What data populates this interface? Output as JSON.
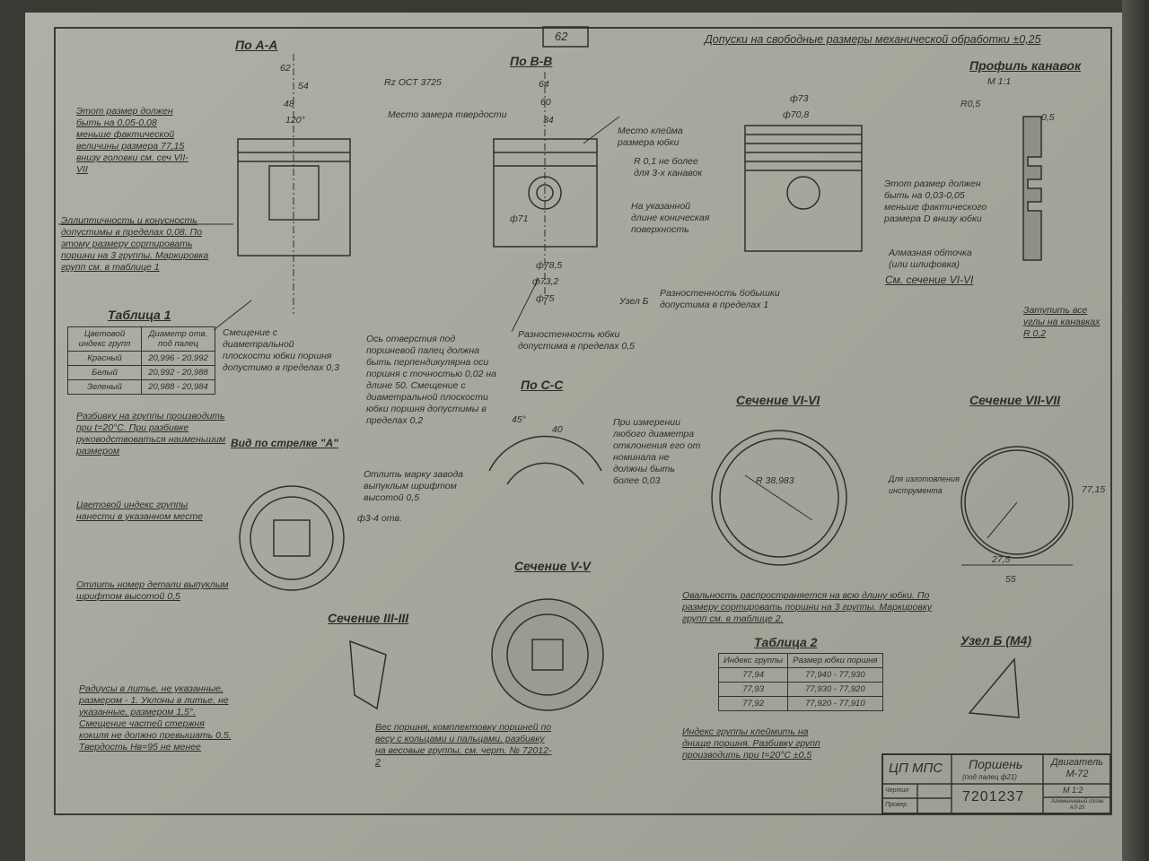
{
  "header": {
    "sheet_number": "62",
    "tolerance_note": "Допуски на свободные размеры механической обработки ±0,25"
  },
  "views": {
    "section_aa": "По А-А",
    "section_bb": "По В-В",
    "groove_profile": "Профиль канавок",
    "groove_scale": "М 1:1",
    "section_cc": "По С-С",
    "section_6": "Сечение VI-VI",
    "section_7": "Сечение VII-VII",
    "view_arrow_a": "Вид по стрелке \"А\"",
    "section_5": "Сечение V-V",
    "section_3": "Сечение III-III",
    "node_b": "Узел Б (М4)"
  },
  "notes": {
    "size_note": "Этот размер должен быть на 0,05-0,08 меньше фактической величины размера 77,15 внизу головки см. сеч VII-VII",
    "hardness_place": "Место замера твердости",
    "roughness": "Rz ОСТ 3725",
    "ellipticity": "Эллиптичность и конусность допустимы в пределах 0,08. По этому размеру сортировать поршни на 3 группы. Маркировка групп см. в таблице 1",
    "stamp_place": "Место клейма размера юбки",
    "groove_limit": "R 0,1 не более для 3-х канавок",
    "conical": "На указанной длине коническая поверхность",
    "skirt_size": "Этот размер должен быть на 0,03-0,05 меньше фактического размера D внизу юбки",
    "diamond": "Алмазная обточка (или шлифовка)",
    "see_section": "См. сечение VI-VI",
    "boss_wall": "Разностенность бобышки допустима в пределах 1",
    "node_label": "Узел Б",
    "skirt_wall": "Разностенность юбки допустима в пределах 0,5",
    "offset": "Смещение с диаметральной плоскости юбки поршня допустимо в пределах 0,3",
    "pin_axis": "Ось отверстия под поршневой палец должна быть перпендикулярна оси поршня с точностью 0,02 на длине 50. Смещение с диаметральной плоскости юбки поршня допустимы в пределах 0,2",
    "sorting": "Разбивку на группы производить при t=20°C. При разбивке руководствоваться наименьшим размером",
    "color_index": "Цветовой индекс группы нанести в указанном месте",
    "cut_flash": "Отлить марку завода выпуклым шрифтом высотой 0,5",
    "part_number_cast": "Отлить номер детали выпуклым шрифтом высотой 0,5",
    "measure": "При измерении любого диаметра отклонения его от номинала не должны быть более 0,03",
    "ovality": "Овальность распространяется на всю длину юбки. По размеру сортировать поршни на 3 группы. Маркировку групп см. в таблице 2.",
    "radii": "Радиусы в литье, не указанные, размером - 1. Уклоны в литье, не указанные, размером 1,5°. Смещение частей стержня кокиля не должно превышать 0,5. Твердость Нв=95 не менее",
    "weight": "Вес поршня, комплектовку поршней по весу с кольцами и пальцами, разбивку на весовые группы, см. черт. № 72012-2",
    "index_stamp": "Индекс группы клеймить на днище поршня. Разбивку групп производить при t=20°C ±0,5",
    "blunt": "Затупить все углы на канавках R 0,2",
    "tool": "Для изготовления инструмента"
  },
  "table1": {
    "title": "Таблица 1",
    "headers": [
      "Цветовой индекс групп",
      "Диаметр отв. под палец"
    ],
    "rows": [
      [
        "Красный",
        "20,996 - 20,992"
      ],
      [
        "Белый",
        "20,992 - 20,988"
      ],
      [
        "Зеленый",
        "20,988 - 20,984"
      ]
    ]
  },
  "table2": {
    "title": "Таблица 2",
    "headers": [
      "Индекс группы",
      "Размер юбки поршня"
    ],
    "rows": [
      [
        "77,94",
        "77,940 - 77,930"
      ],
      [
        "77,93",
        "77,930 - 77,920"
      ],
      [
        "77,92",
        "77,920 - 77,910"
      ]
    ]
  },
  "title_block": {
    "org": "ЦП МПС",
    "part_name": "Поршень",
    "part_sub": "(под палец ф21)",
    "engine": "Двигатель М-72",
    "drawing_number": "7201237",
    "scale": "М 1:2",
    "material": "Алюминиевый сплав АЛ-25",
    "drawn": "Чертил",
    "checked": "Провер"
  },
  "dims": [
    "62",
    "54",
    "48",
    "120°",
    "64",
    "60",
    "34",
    "ф73",
    "ф70,8",
    "ф71",
    "ф78,5",
    "ф73,2",
    "ф75",
    "45°",
    "40",
    "R 38,983",
    "77,15",
    "27,5",
    "55",
    "ф3-4 отв.",
    "R0,5",
    "0,5"
  ]
}
